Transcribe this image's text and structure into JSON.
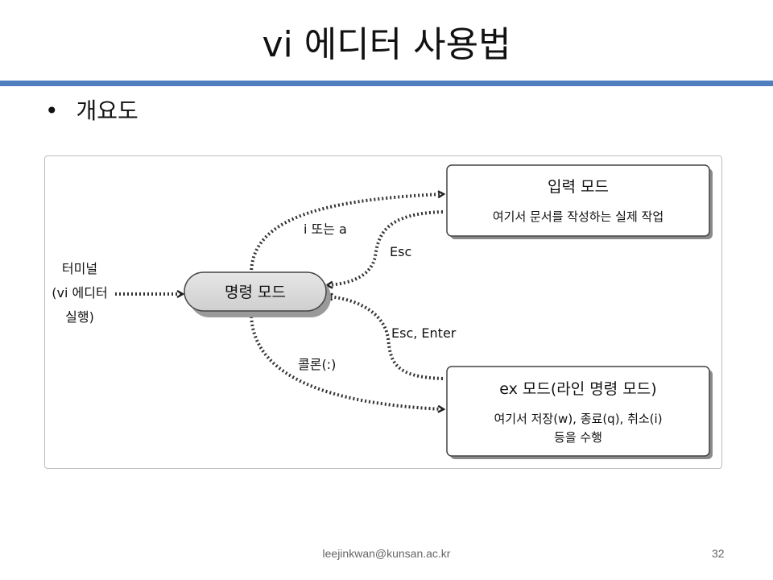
{
  "slide": {
    "title": "vi 에디터 사용법",
    "bullet": "개요도"
  },
  "diagram": {
    "source": [
      "터미널",
      "(vi 에디터",
      "실행)"
    ],
    "command_mode": "명령 모드",
    "insert_mode": {
      "title": "입력 모드",
      "desc": "여기서 문서를 작성하는 실제 작업"
    },
    "ex_mode": {
      "title": "ex 모드(라인 명령 모드)",
      "desc": [
        "여기서 저장(w), 종료(q), 취소(i)",
        "등을 수행"
      ]
    },
    "arrows": {
      "to_insert": "i 또는 a",
      "insert_back": "Esc",
      "ex_back": "Esc, Enter",
      "to_ex": "콜론(:)"
    }
  },
  "footer": {
    "email": "leejinkwan@kunsan.ac.kr",
    "page": "32"
  }
}
